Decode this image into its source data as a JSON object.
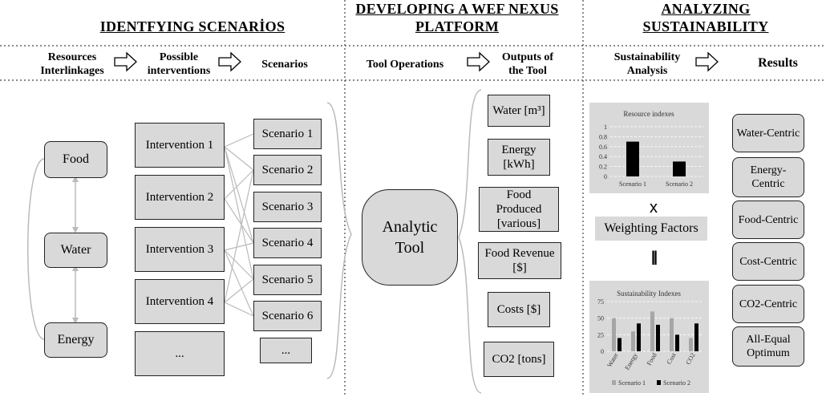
{
  "sections": {
    "identifying": "IDENTFYING SCENARİOS",
    "developing_line1": "DEVELOPING A WEF NEXUS",
    "developing_line2": "PLATFORM",
    "analyzing_line1": "ANALYZING",
    "analyzing_line2": "SUSTAINABILITY"
  },
  "steps": {
    "resources_line1": "Resources",
    "resources_line2": "Interlinkages",
    "possible_line1": "Possible",
    "possible_line2": "interventions",
    "scenarios": "Scenarios",
    "tool_operations": "Tool Operations",
    "outputs_line1": "Outputs of",
    "outputs_line2": "the Tool",
    "sust_line1": "Sustainability",
    "sust_line2": "Analysis",
    "results": "Results"
  },
  "resources": [
    "Food",
    "Water",
    "Energy"
  ],
  "interventions": [
    "Intervention 1",
    "Intervention 2",
    "Intervention 3",
    "Intervention 4",
    "..."
  ],
  "scenarios": [
    "Scenario 1",
    "Scenario 2",
    "Scenario 3",
    "Scenario 4",
    "Scenario 5",
    "Scenario 6",
    "..."
  ],
  "tool": {
    "line1": "Analytic",
    "line2": "Tool"
  },
  "outputs": [
    [
      "Water [m³]"
    ],
    [
      "Energy",
      "[kWh]"
    ],
    [
      "Food",
      "Produced",
      "[various]"
    ],
    [
      "Food Revenue",
      "[$]"
    ],
    [
      "Costs [$]"
    ],
    [
      "CO2 [tons]"
    ]
  ],
  "results": [
    [
      "Water-Centric"
    ],
    [
      "Energy-",
      "Centric"
    ],
    [
      "Food-Centric"
    ],
    [
      "Cost-Centric"
    ],
    [
      "CO2-Centric"
    ],
    [
      "All-Equal",
      "Optimum"
    ]
  ],
  "multiply_symbol": "x",
  "weighting_label": "Weighting Factors",
  "equals_symbol": "||",
  "chart_data": [
    {
      "type": "bar",
      "title": "Resource indexes",
      "categories": [
        "Scenario 1",
        "Scenario 2"
      ],
      "values": [
        0.7,
        0.3
      ],
      "ylim": [
        0,
        1
      ],
      "yticks": [
        "0",
        "0.2",
        "0.4",
        "0.6",
        "0.8",
        "1"
      ],
      "bar_color": "#000000"
    },
    {
      "type": "bar",
      "title": "Sustainability Indexes",
      "categories": [
        "Water",
        "Energy",
        "Food",
        "Cost",
        "CO2"
      ],
      "series": [
        {
          "name": "Scenario 1",
          "values": [
            50,
            30,
            60,
            50,
            20
          ],
          "color": "#a6a6a6"
        },
        {
          "name": "Scenario 2",
          "values": [
            20,
            42,
            40,
            25,
            42
          ],
          "color": "#000000"
        }
      ],
      "ylim": [
        0,
        75
      ],
      "yticks": [
        "0",
        "25",
        "50",
        "75"
      ]
    }
  ]
}
